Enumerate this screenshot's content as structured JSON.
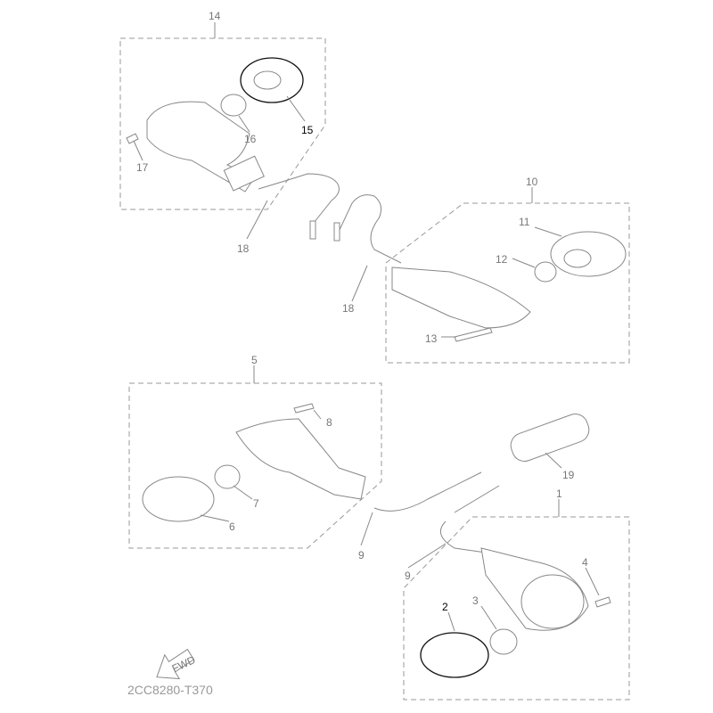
{
  "diagram_code": "2CC8280-T370",
  "fwd_label": "FWD",
  "callouts": {
    "c14": "14",
    "c15": "15",
    "c16": "16",
    "c17": "17",
    "c18a": "18",
    "c18b": "18",
    "c10": "10",
    "c11": "11",
    "c12": "12",
    "c13": "13",
    "c5": "5",
    "c8": "8",
    "c7": "7",
    "c6": "6",
    "c19": "19",
    "c9a": "9",
    "c9b": "9",
    "c1": "1",
    "c4": "4",
    "c3": "3",
    "c2": "2"
  },
  "highlighted": [
    "15",
    "2"
  ]
}
